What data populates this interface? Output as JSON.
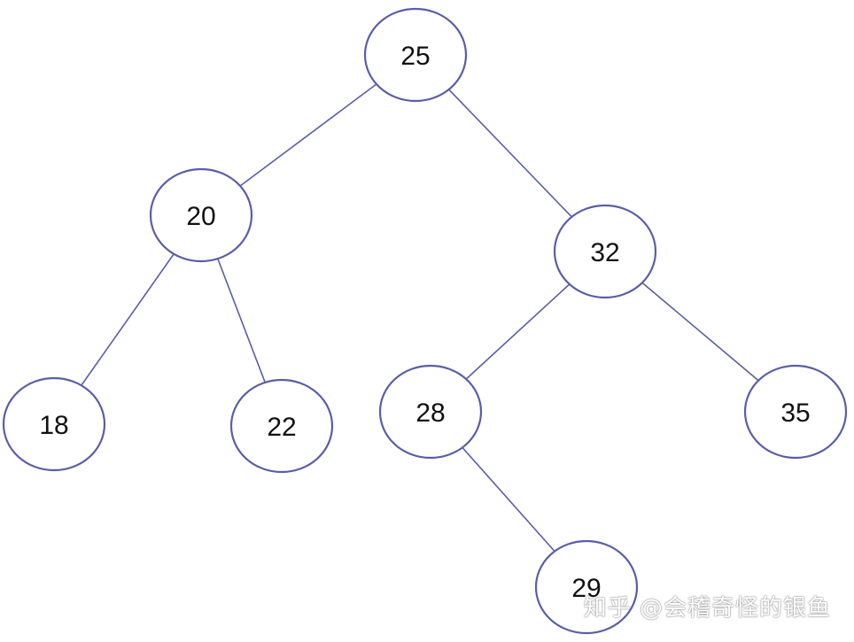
{
  "tree": {
    "nodes": [
      {
        "id": "n25",
        "label": "25"
      },
      {
        "id": "n20",
        "label": "20"
      },
      {
        "id": "n32",
        "label": "32"
      },
      {
        "id": "n18",
        "label": "18"
      },
      {
        "id": "n22",
        "label": "22"
      },
      {
        "id": "n28",
        "label": "28"
      },
      {
        "id": "n35",
        "label": "35"
      },
      {
        "id": "n29",
        "label": "29"
      }
    ],
    "edges": [
      {
        "from": "n25",
        "to": "n20"
      },
      {
        "from": "n25",
        "to": "n32"
      },
      {
        "from": "n20",
        "to": "n18"
      },
      {
        "from": "n20",
        "to": "n22"
      },
      {
        "from": "n32",
        "to": "n28"
      },
      {
        "from": "n32",
        "to": "n35"
      },
      {
        "from": "n28",
        "to": "n29"
      }
    ]
  },
  "colors": {
    "line": "#5a5ea6",
    "node_fill": "#ffffff",
    "text": "#111111"
  },
  "watermark": "知乎 @会稽奇怪的银鱼"
}
